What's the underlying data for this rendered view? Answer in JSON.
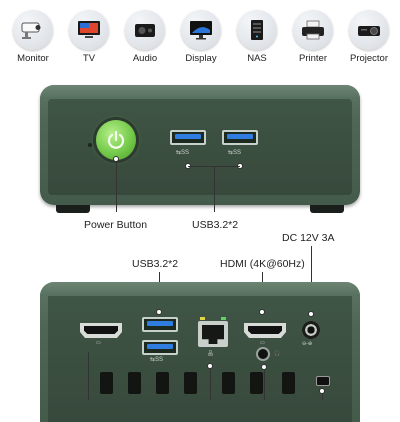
{
  "devices": [
    {
      "label": "Monitor"
    },
    {
      "label": "TV"
    },
    {
      "label": "Audio"
    },
    {
      "label": "Display"
    },
    {
      "label": "NAS"
    },
    {
      "label": "Printer"
    },
    {
      "label": "Projector"
    }
  ],
  "front": {
    "power_label": "Power Button",
    "usb_label": "USB3.2*2",
    "dc_label": "DC 12V 3A"
  },
  "rear": {
    "usb_label": "USB3.2*2",
    "hdmi_label": "HDMI (4K@60Hz)"
  },
  "colors": {
    "chassis": "#4f6656",
    "power_led": "#74c94a",
    "usb_blue": "#2f7de0"
  }
}
